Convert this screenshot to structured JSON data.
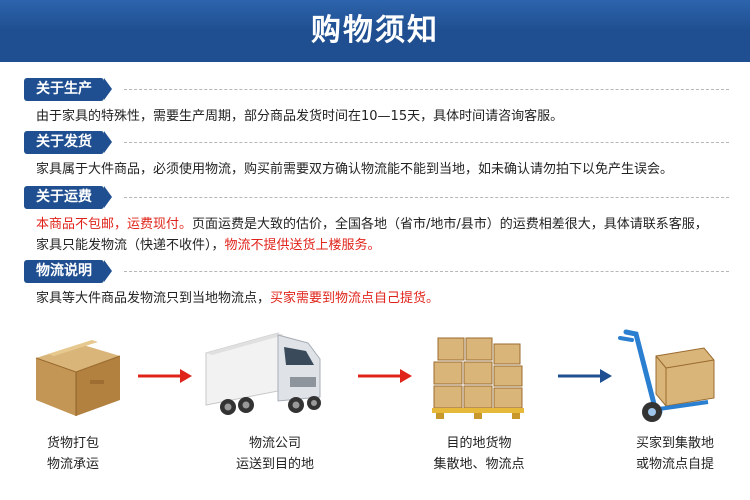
{
  "header": {
    "title": "购物须知"
  },
  "sections": [
    {
      "title": "关于生产",
      "text": "由于家具的特殊性，需要生产周期，部分商品发货时间在10—15天，具体时间请咨询客服。"
    },
    {
      "title": "关于发货",
      "text": "家具属于大件商品，必须使用物流，购买前需要双方确认物流能不能到当地，如未确认请勿拍下以免产生误会。"
    },
    {
      "title": "关于运费",
      "red1": "本商品不包邮，运费现付。",
      "text_a": "页面运费是大致的估价，全国各地（省市/地市/县市）的运费相差很大，具体请联系客服，家具只能发物流（快递不收件），",
      "red2": "物流不提供送货上楼服务。"
    },
    {
      "title": "物流说明",
      "text_a": "家具等大件商品发物流只到当地物流点，",
      "red1": "买家需要到物流点自己提货。"
    }
  ],
  "steps": [
    {
      "line1": "货物打包",
      "line2": "物流承运",
      "icon": "package-box-icon"
    },
    {
      "line1": "物流公司",
      "line2": "运送到目的地",
      "icon": "truck-icon"
    },
    {
      "line1": "目的地货物",
      "line2": "集散地、物流点",
      "icon": "warehouse-pallet-icon"
    },
    {
      "line1": "买家到集散地",
      "line2": "或物流点自提",
      "icon": "hand-truck-icon"
    }
  ],
  "colors": {
    "primary": "#1f4f90",
    "highlight": "#e0231a",
    "arrow_red": "#e0231a",
    "arrow_blue": "#1f4f90"
  }
}
